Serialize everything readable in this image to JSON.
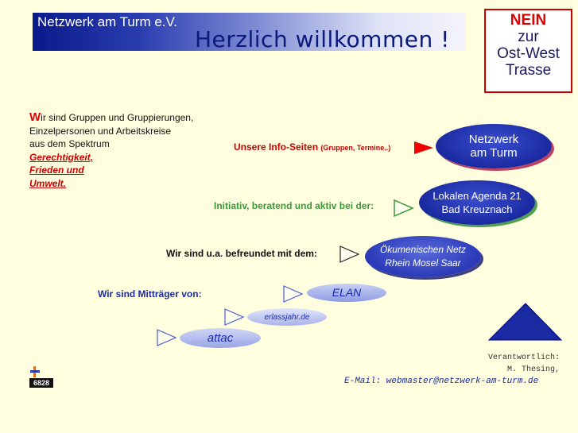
{
  "header": {
    "org_name": "Netzwerk am Turm e.V.",
    "welcome": "Herzlich willkommen !"
  },
  "campaign": {
    "line1": "NEIN",
    "line2": "zur",
    "line3": "Ost-West",
    "line4": "Trasse"
  },
  "intro": {
    "first_letter": "W",
    "line1_rest": "ir sind Gruppen und Gruppierungen,",
    "line2": "Einzelpersonen und Arbeitskreise",
    "line3": "aus  dem Spektrum",
    "links": [
      "Gerechtigkeit,",
      "Frieden und",
      "Umwelt."
    ]
  },
  "rows": {
    "info_label": "Unsere Info-Seiten",
    "info_sub": "(Gruppen, Termine..)",
    "initiativ_label": "Initiativ, beratend und aktiv bei der:",
    "befreundet_label": "Wir sind u.a. befreundet mit dem:",
    "mittraeger_label": "Wir sind Mitträger von:"
  },
  "buttons": {
    "netzwerk_line1": "Netzwerk",
    "netzwerk_line2": "am Turm",
    "agenda_line1": "Lokalen Agenda 21",
    "agenda_line2": "Bad Kreuznach",
    "oekum_line1": "Ökumenischen Netz",
    "oekum_line2": "Rhein Mosel Saar",
    "elan": "ELAN",
    "erlassjahr": "erlassjahr.de",
    "attac": "attac"
  },
  "contact": {
    "responsible_label": "Verantwortlich:",
    "responsible_name": "M. Thesing,",
    "email": "E-Mail: webmaster@netzwerk-am-turm.de"
  },
  "counter": "6828",
  "colors": {
    "background": "#ffffe0",
    "accent_red": "#cc0000",
    "accent_blue": "#1a2aa0",
    "accent_green": "#3a9a3a"
  }
}
